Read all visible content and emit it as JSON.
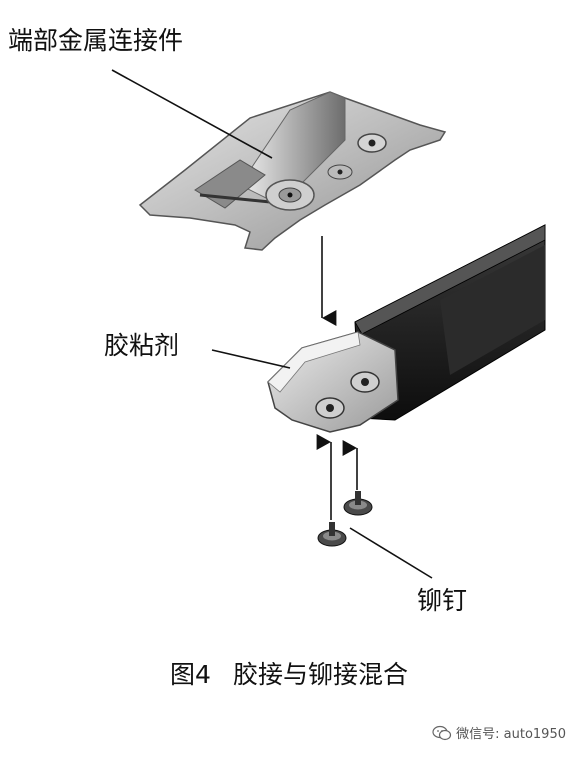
{
  "labels": {
    "end_connector": "端部金属连接件",
    "adhesive": "胶粘剂",
    "rivet": "铆钉"
  },
  "caption": {
    "figure": "图4",
    "title": "胶接与铆接混合"
  },
  "watermark": {
    "icon": "wechat-icon",
    "text": "微信号: auto1950"
  },
  "colors": {
    "metal_light": "#d9d9d9",
    "metal_mid": "#a9a9a9",
    "metal_dark": "#5f5f5f",
    "tube_dark": "#1e1e1e",
    "line": "#111111"
  }
}
